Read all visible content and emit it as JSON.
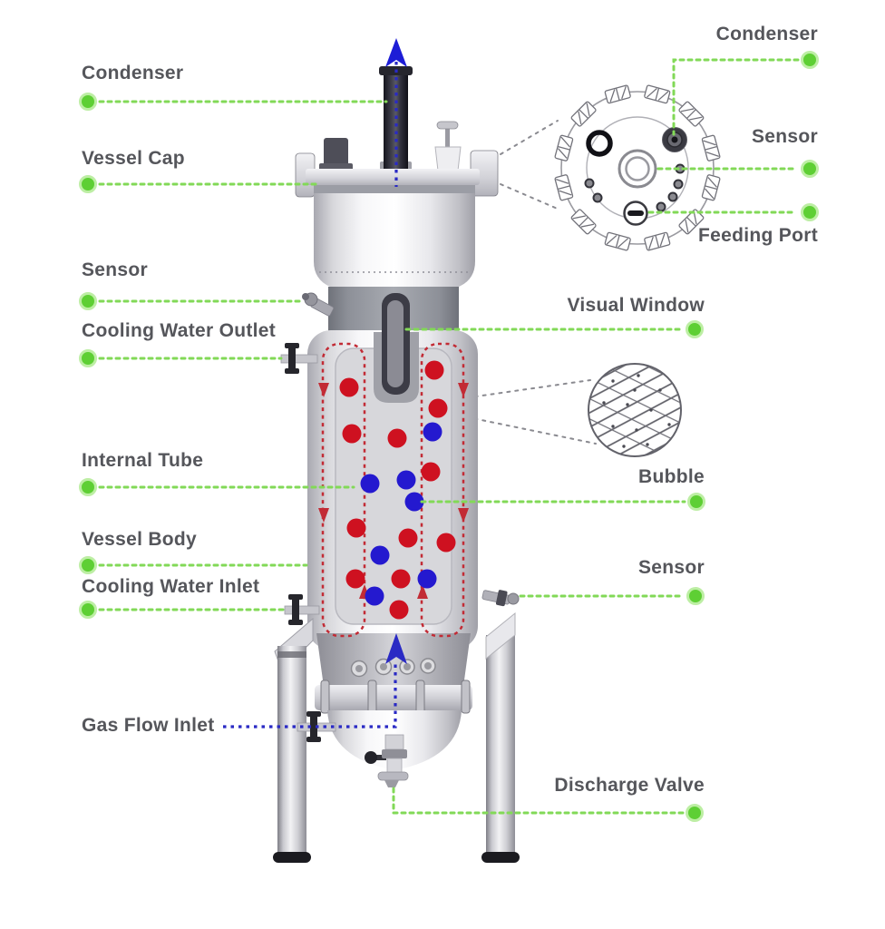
{
  "diagram": {
    "labels": {
      "condenser_left": "Condenser",
      "vessel_cap": "Vessel Cap",
      "sensor_left": "Sensor",
      "cooling_water_outlet": "Cooling Water Outlet",
      "internal_tube": "Internal Tube",
      "vessel_body": "Vessel Body",
      "cooling_water_inlet": "Cooling Water Inlet",
      "gas_flow_inlet": "Gas Flow Inlet",
      "condenser_top": "Condenser",
      "sensor_top": "Sensor",
      "feeding_port": "Feeding Port",
      "visual_window": "Visual Window",
      "bubble": "Bubble",
      "sensor_right": "Sensor",
      "discharge_valve": "Discharge Valve"
    },
    "colors": {
      "callout_dot_green": "#5ecf34",
      "callout_line_green": "#82d957",
      "coolant_flow_red": "#c22b35",
      "gas_flow_blue": "#2a2ac4",
      "bubble_red": "#ce1120",
      "bubble_blue": "#2419cf",
      "label_text_gray": "#55565b"
    }
  }
}
